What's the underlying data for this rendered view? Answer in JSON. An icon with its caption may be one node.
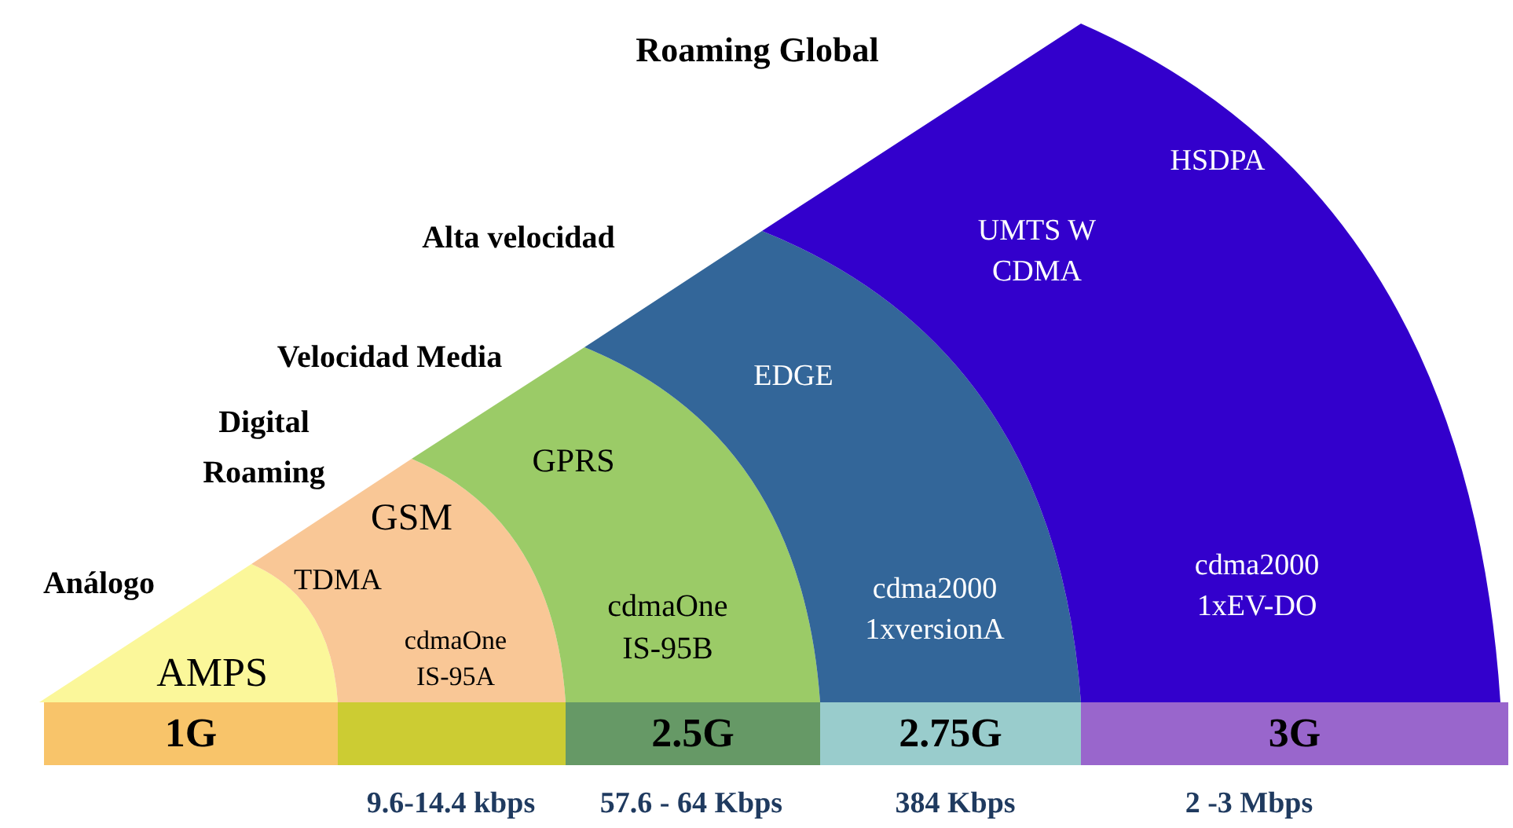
{
  "diagram": {
    "nodes": [
      {
        "text": [
          "AMPS"
        ]
      },
      {
        "text": [
          "GSM",
          "TDMA",
          "cdmaOne IS-95A"
        ]
      },
      {
        "text": [
          "GPRS",
          "cdmaOne IS-95B"
        ]
      },
      {
        "text": [
          "EDGE",
          "cdma2000 1xversionA"
        ]
      },
      {
        "text": [
          "HSDPA",
          "UMTS W CDMA",
          "cdma2000 1xEV-DO"
        ]
      },
      {
        "text": [
          "1G"
        ]
      },
      {
        "text": [],
        "shape": "bar"
      },
      {
        "text": [
          "2.5G"
        ]
      },
      {
        "text": [
          "2.75G"
        ]
      },
      {
        "text": [
          "3G"
        ]
      }
    ],
    "labels": [
      "Roaming Global",
      "Alta velocidad",
      "Velocidad Media",
      "Digital Roaming",
      "Análogo",
      "9.6-14.4 kbps",
      "57.6 - 64 Kbps",
      "384 Kbps",
      "2 -3 Mbps"
    ]
  }
}
